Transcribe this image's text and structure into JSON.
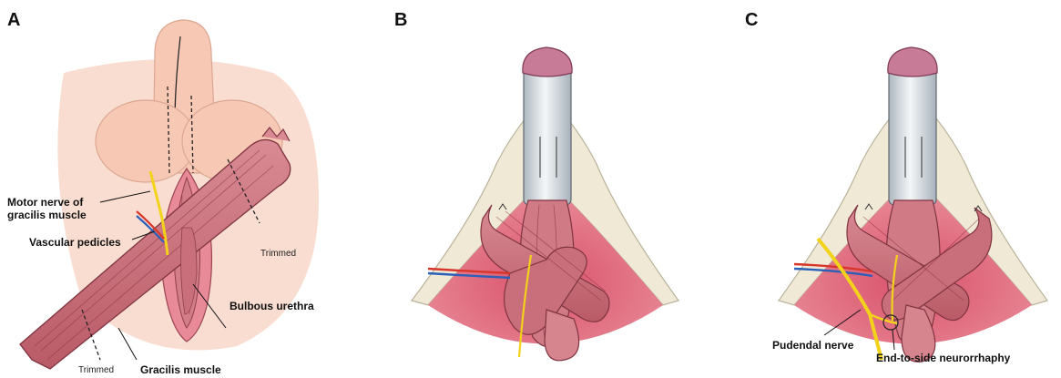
{
  "panels": [
    {
      "letter": "A"
    },
    {
      "letter": "B"
    },
    {
      "letter": "C"
    }
  ],
  "panel_a_labels": {
    "motor_nerve_line1": "Motor nerve of",
    "motor_nerve_line2": "gracilis muscle",
    "vascular_pedicles": "Vascular pedicles",
    "trimmed_top": "Trimmed",
    "bulbous_urethra": "Bulbous urethra",
    "trimmed_bottom": "Trimmed",
    "gracilis_muscle": "Gracilis muscle"
  },
  "panel_c_labels": {
    "pudendal_nerve": "Pudendal nerve",
    "end_to_side": "End-to-side neurorrhaphy"
  },
  "colors": {
    "skin": "#f6d2c2",
    "skin_outline": "#e9b9a4",
    "muscle": "#cf7a84",
    "muscle_dark": "#a8505c",
    "red_field": "#e2697b",
    "fat": "#efe9d6",
    "catheter": "#cfd6dc",
    "glans": "#c77b96",
    "nerve": "#f2d21b",
    "artery": "#d9362b",
    "vein": "#2c5fb8"
  }
}
